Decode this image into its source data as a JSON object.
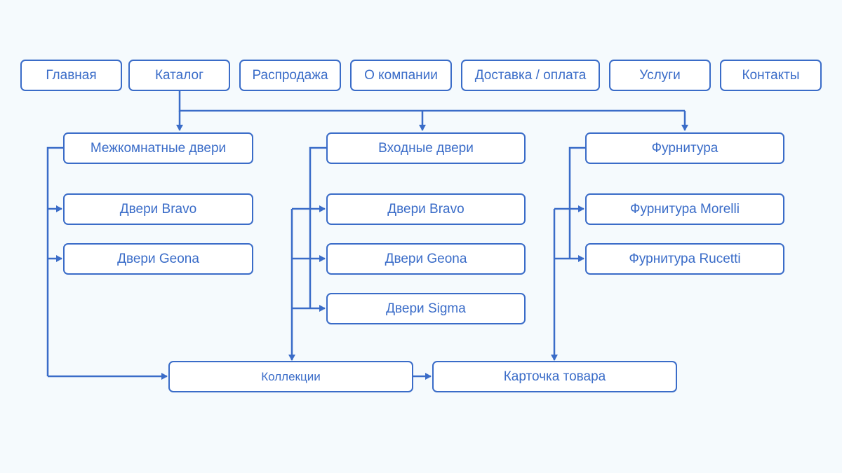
{
  "colors": {
    "accent": "#3a6cc8",
    "background": "#f5fafd",
    "box_fill": "#ffffff"
  },
  "nav": {
    "home": "Главная",
    "catalog": "Каталог",
    "sale": "Распродажа",
    "about": "О компании",
    "delivery": "Доставка / оплата",
    "services": "Услуги",
    "contacts": "Контакты"
  },
  "categories": {
    "interior": {
      "title": "Межкомнатные двери",
      "items": [
        "Двери Bravo",
        "Двери Geona"
      ]
    },
    "entrance": {
      "title": "Входные двери",
      "items": [
        "Двери Bravo",
        "Двери Geona",
        "Двери Sigma"
      ]
    },
    "hardware": {
      "title": "Фурнитура",
      "items": [
        "Фурнитура Morelli",
        "Фурнитура Rucetti"
      ]
    }
  },
  "pages": {
    "collections": "Коллекции",
    "product_card": "Карточка товара"
  }
}
